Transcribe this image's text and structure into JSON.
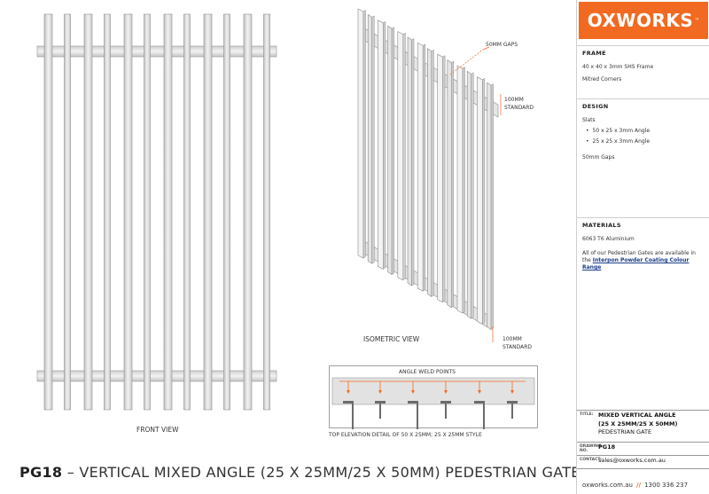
{
  "brand": {
    "name": "OXWORKS",
    "tm": "™",
    "color": "#f26a21"
  },
  "sidebar": {
    "frame": {
      "heading": "FRAME",
      "lines": [
        "40 x 40 x 3mm SHS Frame",
        "Mitred Corners"
      ]
    },
    "design": {
      "heading": "DESIGN",
      "slats_label": "Slats",
      "slats": [
        "50 x 25 x 3mm Angle",
        "25 x 25 x 3mm Angle"
      ],
      "gaps": "50mm Gaps"
    },
    "materials": {
      "heading": "MATERIALS",
      "alloy": "6063 T6 Aluminium",
      "note_line1": "All of our Pedestrian Gates are available in",
      "note_line2_prefix": "the ",
      "note_link": "Interpon Powder Coating Colour Range"
    }
  },
  "title_block": {
    "title_label": "TITLE:",
    "title_lines": [
      "MIXED VERTICAL ANGLE",
      "(25 X 25MM/25 X 50MM)",
      "PEDESTRIAN GATE"
    ],
    "drawing_label": "DRAWING NO.",
    "drawing_no": "PG18",
    "contact_label": "CONTACT:",
    "contact_email": "sales@oxworks.com.au",
    "website": "oxworks.com.au",
    "separator": "//",
    "phone": "1300 336 237"
  },
  "drawing": {
    "code": "PG18",
    "dash": "–",
    "title": "VERTICAL MIXED ANGLE (25 X 25MM/25 X 50MM) PEDESTRIAN GATE",
    "front_view": "FRONT VIEW",
    "iso_view": "ISOMETRIC VIEW",
    "gaps_label": "50MM GAPS",
    "std_top_1": "100MM",
    "std_top_2": "STANDARD",
    "std_bot_1": "100MM",
    "std_bot_2": "STANDARD",
    "weld_label": "ANGLE WELD POINTS",
    "detail_caption": "TOP ELEVATION DETAIL OF 50 X 25MM; 25 X 25MM STYLE"
  }
}
